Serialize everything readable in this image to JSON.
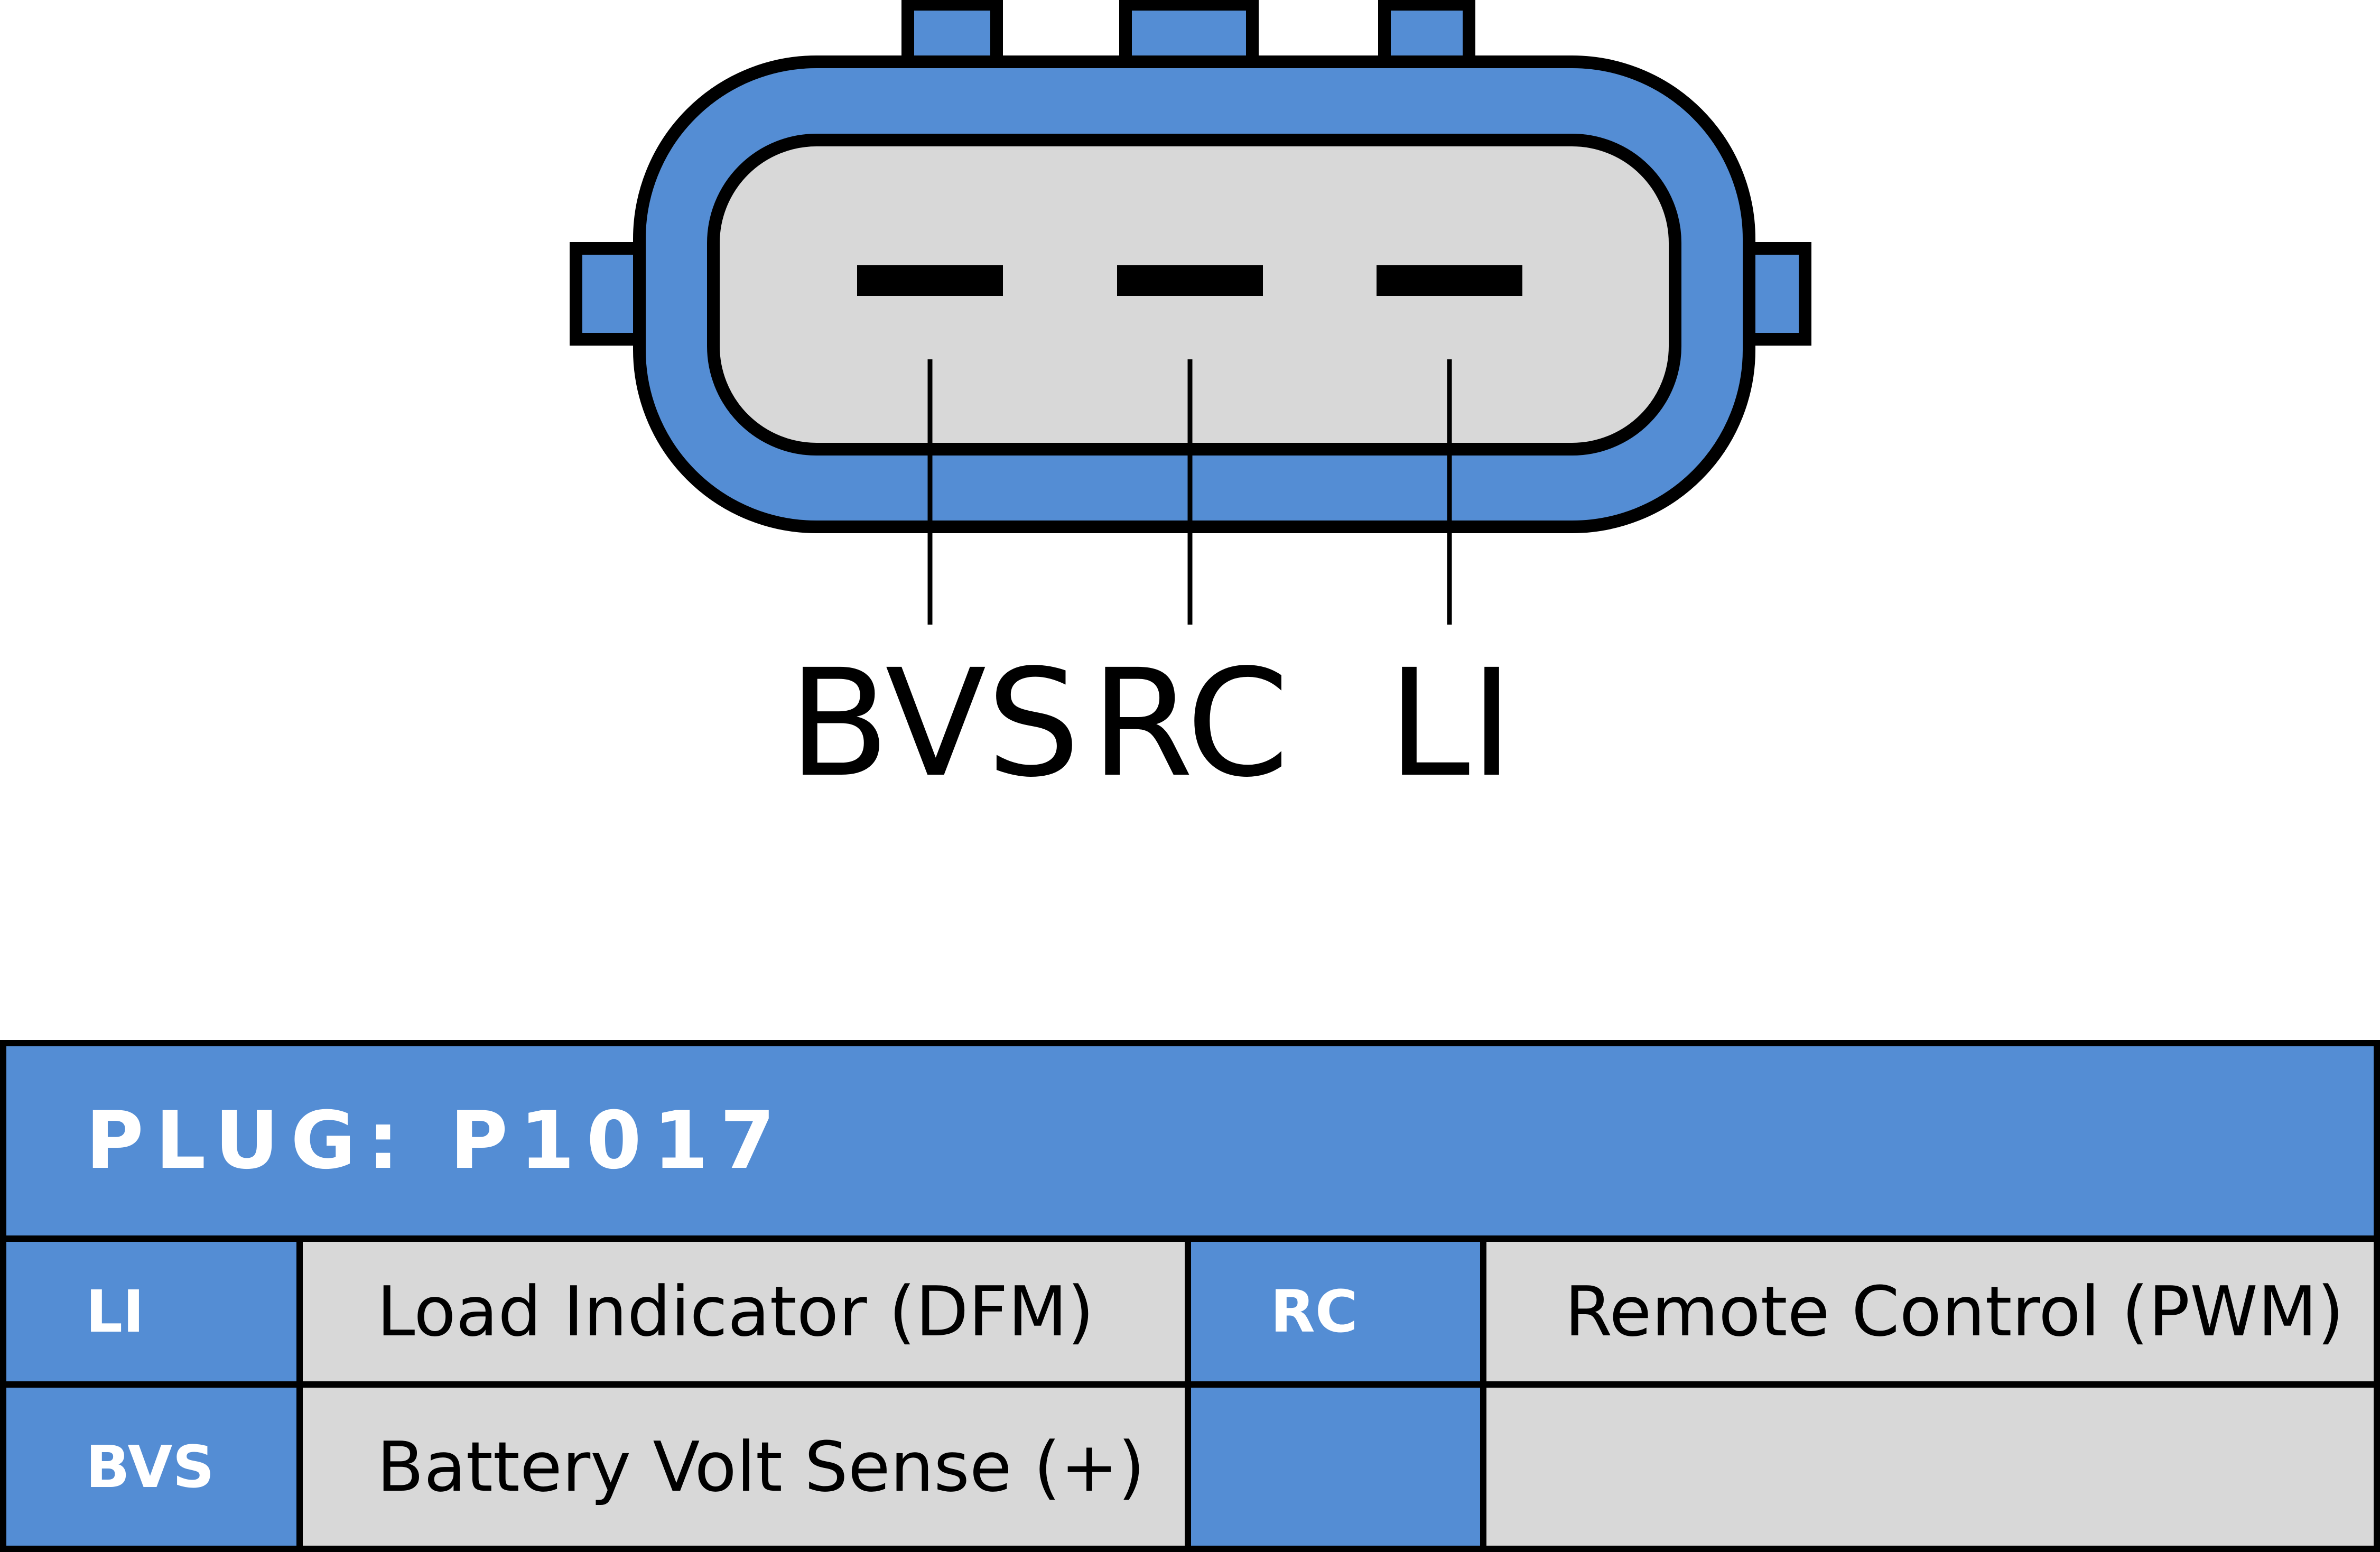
{
  "colors": {
    "accent_blue": "#548dd4",
    "light_grey": "#d8d8d8",
    "outline": "#000000",
    "white": "#ffffff"
  },
  "connector": {
    "pins": [
      {
        "label": "BVS"
      },
      {
        "label": "RC"
      },
      {
        "label": "LI"
      }
    ]
  },
  "table": {
    "title": "PLUG: P1017",
    "rows": [
      {
        "code1": "LI",
        "desc1": "Load Indicator (DFM)",
        "code2": "RC",
        "desc2": "Remote Control (PWM)"
      },
      {
        "code1": "BVS",
        "desc1": "Battery Volt Sense (+)",
        "code2": "",
        "desc2": ""
      }
    ]
  }
}
